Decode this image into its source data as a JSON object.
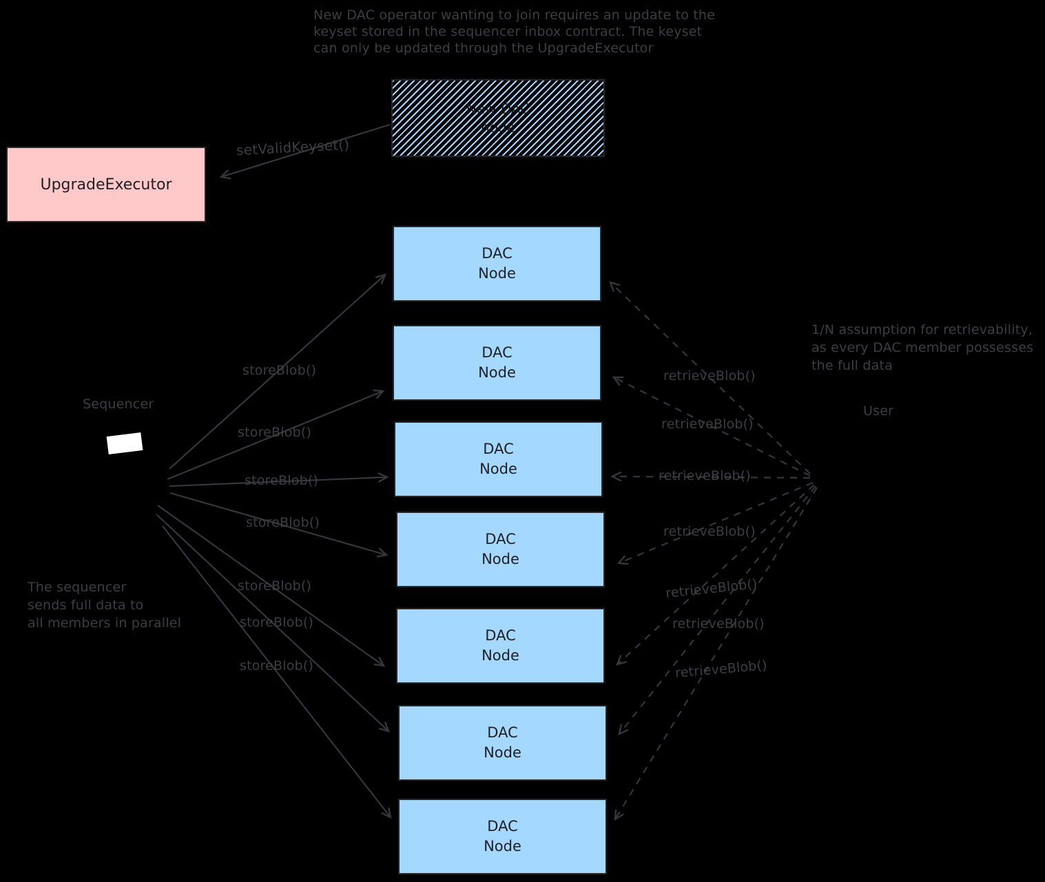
{
  "colors": {
    "background": "#000000",
    "dac_node_fill": "#a5d8ff",
    "upgrade_executor_fill": "#ffc9c9",
    "sequencer_box_fill": "#ffffff",
    "stroke_and_text": "#3d3d44",
    "box_text": "#1f1f23"
  },
  "top_note": {
    "line1": "New DAC operator wanting to join requires an update to the",
    "line2": "keyset stored in the sequencer inbox contract. The keyset",
    "line3": "can only be updated through the UpgradeExecutor"
  },
  "upgrade_executor": {
    "label": "UpgradeExecutor"
  },
  "new_dac_node": {
    "line1": "New DAC",
    "line2": "node"
  },
  "sequencer": {
    "label": "Sequencer"
  },
  "user": {
    "label": "User"
  },
  "left_note": {
    "line1": "The sequencer",
    "line2": "sends full data to",
    "line3": "all members in parallel"
  },
  "right_note": {
    "line1": "1/N assumption for retrievability,",
    "line2": "as every DAC member possesses",
    "line3": "the full data"
  },
  "arrow_labels": {
    "set_valid_keyset": "setValidKeyset()",
    "store_calls": [
      "storeBlob()",
      "storeBlob()",
      "storeBlob()",
      "storeBlob()",
      "storeBlob()",
      "storeBlob()",
      "storeBlob()"
    ],
    "retrieve_calls": [
      "retrieveBlob()",
      "retrieveBlob()",
      "retrieveBlob()",
      "retrieveBlob()",
      "retrieveBlob()",
      "retrieveBlob()",
      "retrieveBlob()"
    ]
  },
  "dac_nodes": [
    {
      "line1": "DAC",
      "line2": "Node"
    },
    {
      "line1": "DAC",
      "line2": "Node"
    },
    {
      "line1": "DAC",
      "line2": "Node"
    },
    {
      "line1": "DAC",
      "line2": "Node"
    },
    {
      "line1": "DAC",
      "line2": "Node"
    },
    {
      "line1": "DAC",
      "line2": "Node"
    },
    {
      "line1": "DAC",
      "line2": "Node"
    }
  ]
}
